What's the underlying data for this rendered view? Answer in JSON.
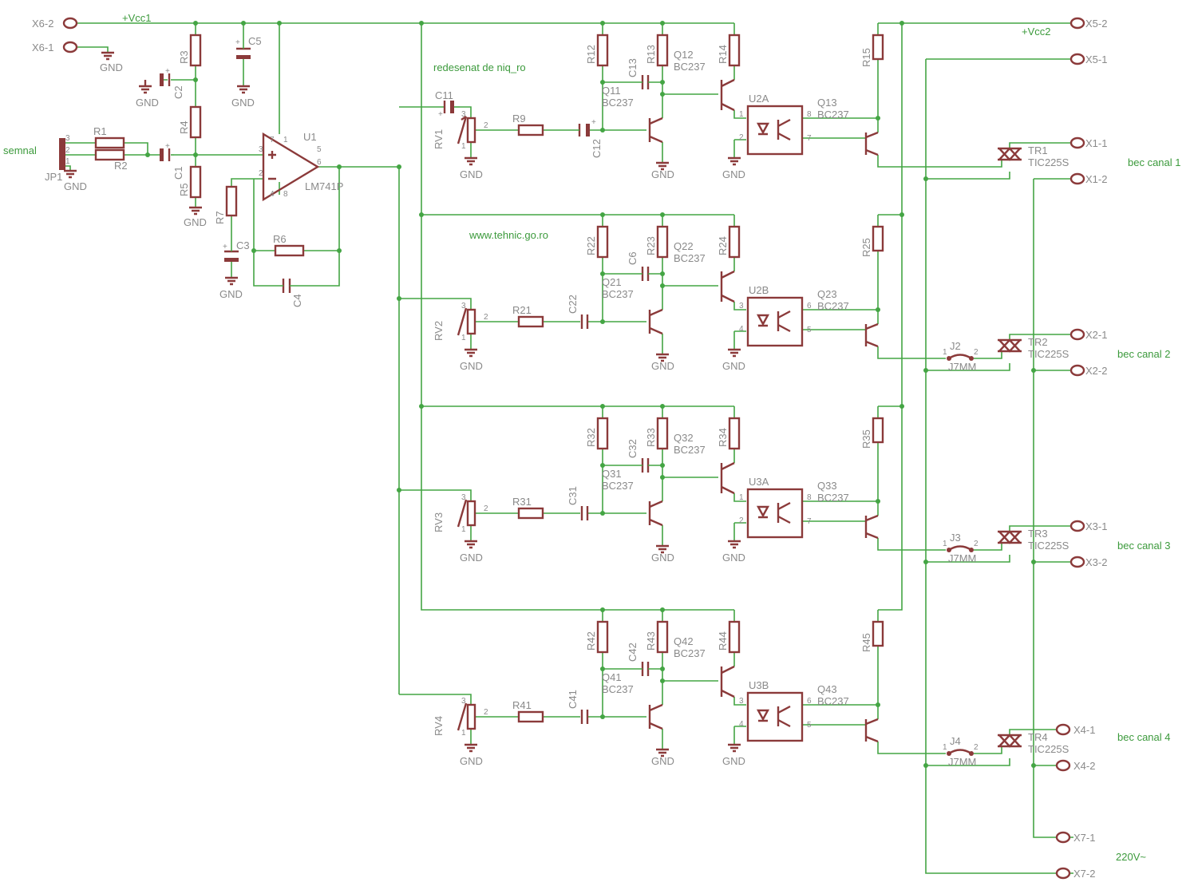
{
  "labels": {
    "vcc1": "+Vcc1",
    "vcc2": "+Vcc2",
    "redrawn": "redesenat de niq_ro",
    "website": "www.tehnic.go.ro",
    "semnal": "semnal",
    "bec1": "bec canal 1",
    "bec2": "bec canal 2",
    "bec3": "bec canal 3",
    "bec4": "bec canal 4",
    "mains": "220V~",
    "gnd": "GND"
  },
  "connectors": {
    "x6_2": "X6-2",
    "x6_1": "X6-1",
    "x5_2": "X5-2",
    "x5_1": "X5-1",
    "x1_1": "X1-1",
    "x1_2": "X1-2",
    "x2_1": "X2-1",
    "x2_2": "X2-2",
    "x3_1": "X3-1",
    "x3_2": "X3-2",
    "x4_1": "X4-1",
    "x4_2": "X4-2",
    "x7_1": "X7-1",
    "x7_2": "X7-2",
    "jp1": "JP1"
  },
  "input_stage": {
    "r1": "R1",
    "r2": "R2",
    "r3": "R3",
    "r4": "R4",
    "r5": "R5",
    "r6": "R6",
    "r7": "R7",
    "c1": "C1",
    "c2": "C2",
    "c3": "C3",
    "c4": "C4",
    "c5": "C5",
    "u1": "U1",
    "u1_part": "LM741P"
  },
  "channels": [
    {
      "rv": "RV1",
      "r": "R9",
      "cin": "C12",
      "rb": "R12",
      "rc": "R13",
      "cfb": "C13",
      "qa": "Q11",
      "qb": "Q12",
      "rd": "R14",
      "opto": "U2A",
      "q3": "Q13",
      "re": "R15",
      "tr": "TR1",
      "cc": "C11"
    },
    {
      "rv": "RV2",
      "r": "R21",
      "cin": "C22",
      "rb": "R22",
      "rc": "R23",
      "cfb": "C6",
      "qa": "Q21",
      "qb": "Q22",
      "rd": "R24",
      "opto": "U2B",
      "q3": "Q23",
      "re": "R25",
      "tr": "TR2",
      "j": "J2"
    },
    {
      "rv": "RV3",
      "r": "R31",
      "cin": "C31",
      "rb": "R32",
      "rc": "R33",
      "cfb": "C32",
      "qa": "Q31",
      "qb": "Q32",
      "rd": "R34",
      "opto": "U3A",
      "q3": "Q33",
      "re": "R35",
      "tr": "TR3",
      "j": "J3"
    },
    {
      "rv": "RV4",
      "r": "R41",
      "cin": "C41",
      "rb": "R42",
      "rc": "R43",
      "cfb": "C42",
      "qa": "Q41",
      "qb": "Q42",
      "rd": "R44",
      "opto": "U3B",
      "q3": "Q43",
      "re": "R45",
      "tr": "TR4",
      "j": "J4"
    }
  ],
  "parts": {
    "transistor": "BC237",
    "triac": "TIC225S",
    "jumper": "J7MM"
  }
}
